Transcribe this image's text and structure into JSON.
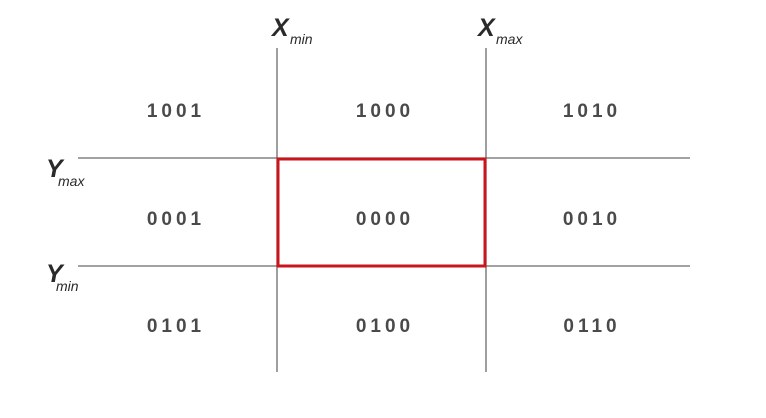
{
  "labels": {
    "xmin_main": "X",
    "xmin_sub": "min",
    "xmax_main": "X",
    "xmax_sub": "max",
    "ymax_main": "Y",
    "ymax_sub": "max",
    "ymin_main": "Y",
    "ymin_sub": "min"
  },
  "regions": {
    "top_left": "1001",
    "top_center": "1000",
    "top_right": "1010",
    "middle_left": "0001",
    "middle_center": "0000",
    "middle_right": "0010",
    "bottom_left": "0101",
    "bottom_center": "0100",
    "bottom_right": "0110"
  },
  "colors": {
    "window_border": "#c8161d",
    "grid_lines": "#6b6b6b",
    "code_text": "#4a4a4a"
  }
}
